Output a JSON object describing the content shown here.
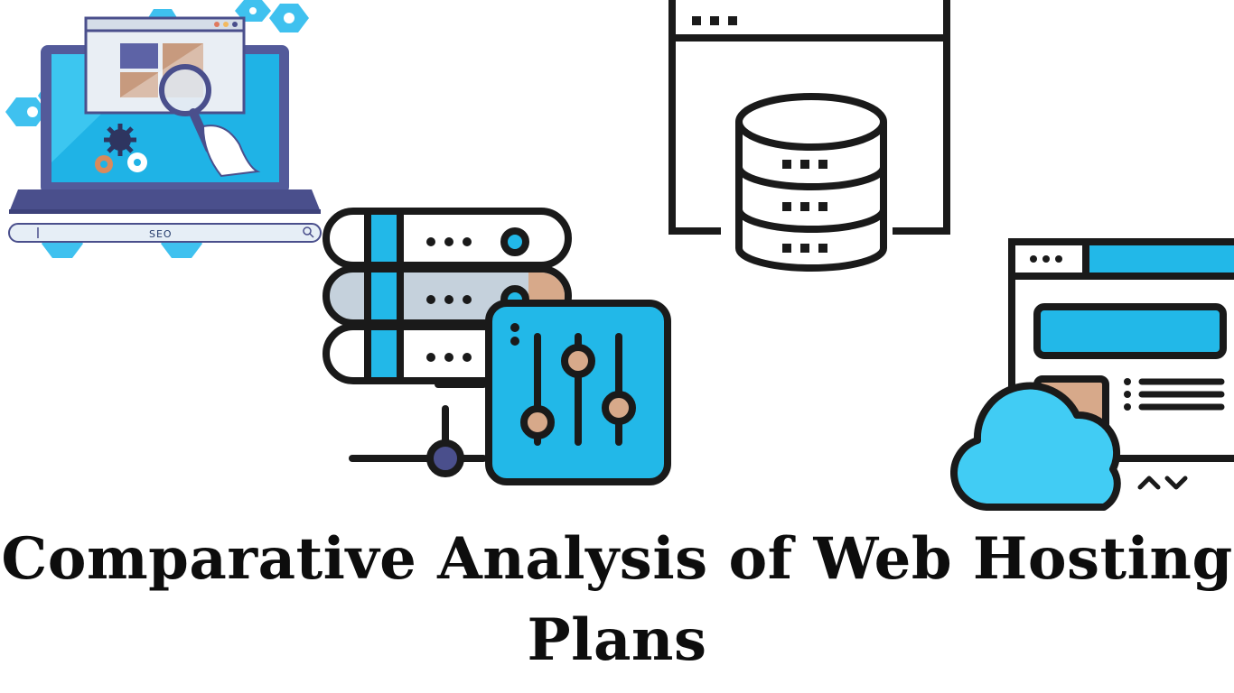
{
  "title": {
    "line1": "Comparative Analysis of Web Hosting",
    "line2": "Plans"
  },
  "laptop": {
    "search_label": "SEO",
    "icons": [
      "laptop-icon",
      "magnifier-icon",
      "gear-icon",
      "hexagon-icon"
    ]
  },
  "illustrations": [
    "seo-laptop",
    "server-settings",
    "database-window",
    "cloud-webpage"
  ],
  "colors": {
    "stroke": "#1a1a1a",
    "cyan": "#22b8e8",
    "light_cyan": "#41ccf4",
    "tan": "#d7a98a",
    "grey_blue": "#c5d1dc",
    "navy": "#4a4f8c",
    "laptop_body": "#535a9a"
  }
}
